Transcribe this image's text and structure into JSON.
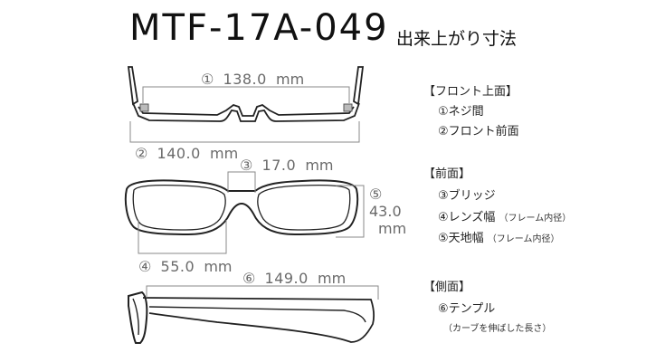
{
  "header": {
    "model": "MTF-17A-049",
    "subtitle": "出来上がり寸法"
  },
  "dimensions": {
    "d1": {
      "marker": "①",
      "value": "138.0",
      "unit": "mm"
    },
    "d2": {
      "marker": "②",
      "value": "140.0",
      "unit": "mm"
    },
    "d3": {
      "marker": "③",
      "value": "17.0",
      "unit": "mm"
    },
    "d4": {
      "marker": "④",
      "value": "55.0",
      "unit": "mm"
    },
    "d5": {
      "marker": "⑤",
      "value": "43.0",
      "unit": "mm"
    },
    "d6": {
      "marker": "⑥",
      "value": "149.0",
      "unit": "mm"
    }
  },
  "legend": {
    "front_top": {
      "heading": "【フロント上面】",
      "items": [
        "①ネジ間",
        "②フロント前面"
      ]
    },
    "front": {
      "heading": "【前面】",
      "items": [
        {
          "label": "③ブリッジ",
          "note": ""
        },
        {
          "label": "④レンズ幅",
          "note": "（フレーム内径）"
        },
        {
          "label": "⑤天地幅",
          "note": "（フレーム内径）"
        }
      ]
    },
    "side": {
      "heading": "【側面】",
      "items": [
        "⑥テンプル"
      ],
      "note": "（カーブを伸ばした長さ）"
    }
  }
}
